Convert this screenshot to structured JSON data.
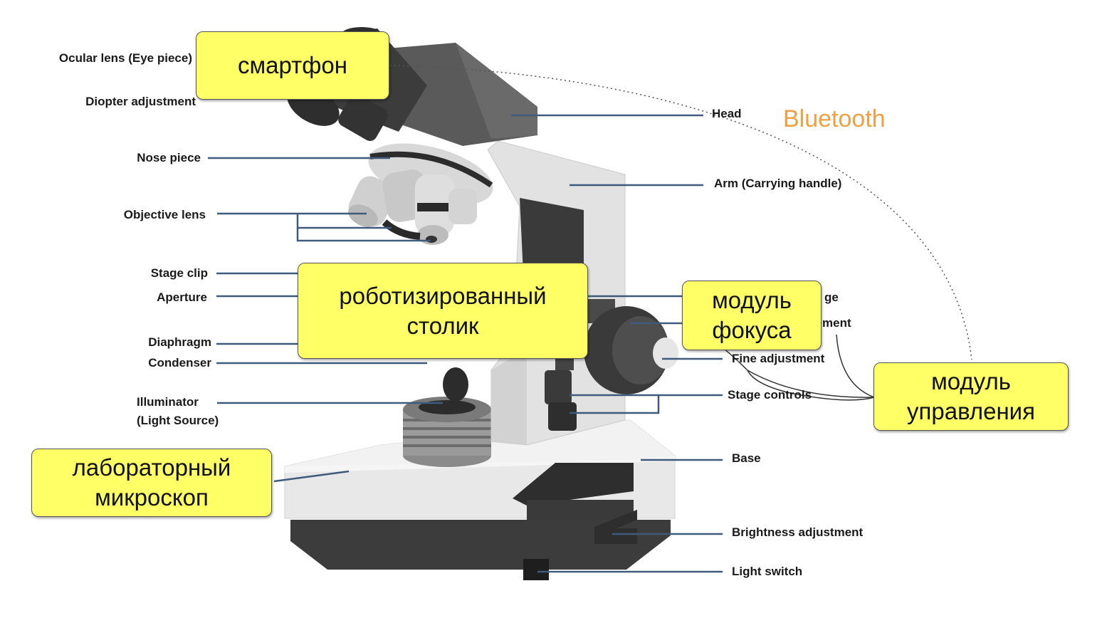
{
  "labels_left": {
    "ocular_lens": "Ocular lens (Eye piece)",
    "diopter": "Diopter adjustment",
    "nose_piece": "Nose piece",
    "objective_lens": "Objective lens",
    "stage_clip": "Stage clip",
    "aperture": "Aperture",
    "diaphragm": "Diaphragm",
    "condenser": "Condenser",
    "illuminator_1": "Illuminator",
    "illuminator_2": "(Light Source)"
  },
  "labels_right": {
    "head": "Head",
    "arm": "Arm (Carrying handle)",
    "stage_partial": "ge",
    "coarse_partial": "ment",
    "fine": "Fine adjustment",
    "stage_controls": "Stage controls",
    "base": "Base",
    "brightness": "Brightness adjustment",
    "light_switch": "Light switch"
  },
  "callouts": {
    "smartphone": "смартфон",
    "robot_stage": [
      "роботизированный",
      "столик"
    ],
    "focus_module": [
      "модуль",
      "фокуса"
    ],
    "control_module": [
      "модуль",
      "управления"
    ],
    "lab_microscope": [
      "лабораторный",
      "микроскоп"
    ]
  },
  "bluetooth": "Bluetooth",
  "colors": {
    "callout_fill": "#ffff66",
    "bluetooth_text": "#f0a040",
    "leader_line": "#3f5a7a",
    "microscope_dark": "#3a3a3a",
    "microscope_light": "#e4e4e4"
  }
}
